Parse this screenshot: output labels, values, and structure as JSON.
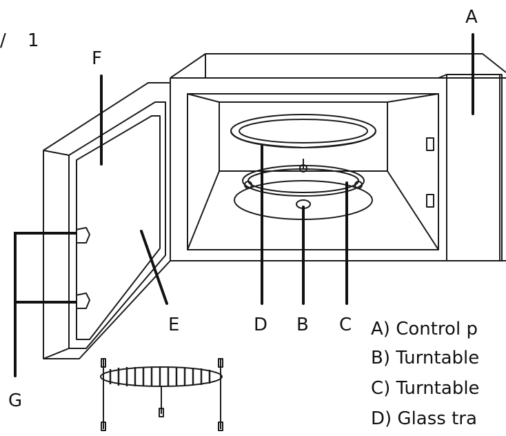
{
  "figure_ref": {
    "left_text": "/",
    "number": "1"
  },
  "labels": {
    "A": "A",
    "B": "B",
    "C": "C",
    "D": "D",
    "E": "E",
    "F": "F",
    "G": "G"
  },
  "legend": [
    "A) Control p",
    "B) Turntable",
    "C) Turntable",
    "D) Glass tra"
  ]
}
